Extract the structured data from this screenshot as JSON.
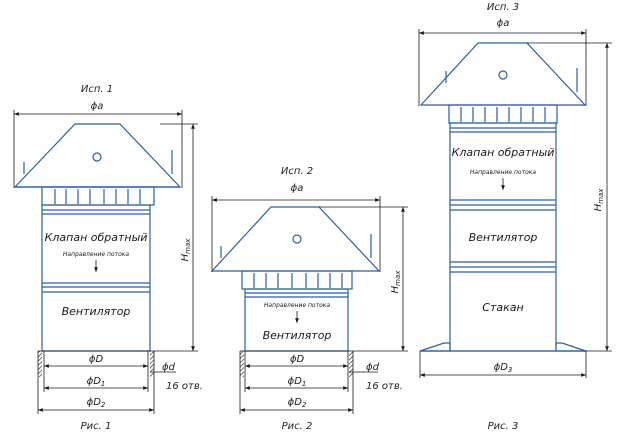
{
  "variants": [
    {
      "title": "Исп. 1",
      "figure": "Рис. 1",
      "top_dim": "ϕa",
      "height_dim": "H",
      "height_sub": "max",
      "section1": "Клапан обратный",
      "flow": "Направление потока",
      "section2": "Вентилятор",
      "dim_D": "ϕD",
      "dim_D1": "ϕD",
      "dim_D1_sub": "1",
      "dim_D2": "ϕD",
      "dim_D2_sub": "2",
      "dim_d": "ϕd",
      "holes": "16 отв."
    },
    {
      "title": "Исп. 2",
      "figure": "Рис. 2",
      "top_dim": "ϕa",
      "height_dim": "H",
      "height_sub": "max",
      "flow": "Направление потока",
      "section1": "Вентилятор",
      "dim_D": "ϕD",
      "dim_D1": "ϕD",
      "dim_D1_sub": "1",
      "dim_D2": "ϕD",
      "dim_D2_sub": "2",
      "dim_d": "ϕd",
      "holes": "16 отв."
    },
    {
      "title": "Исп. 3",
      "figure": "Рис. 3",
      "top_dim": "ϕa",
      "height_dim": "H",
      "height_sub": "max",
      "section1": "Клапан обратный",
      "flow": "Направление потока",
      "section2": "Вентилятор",
      "section3": "Стакан",
      "dim_D3": "ϕD",
      "dim_D3_sub": "3"
    }
  ]
}
